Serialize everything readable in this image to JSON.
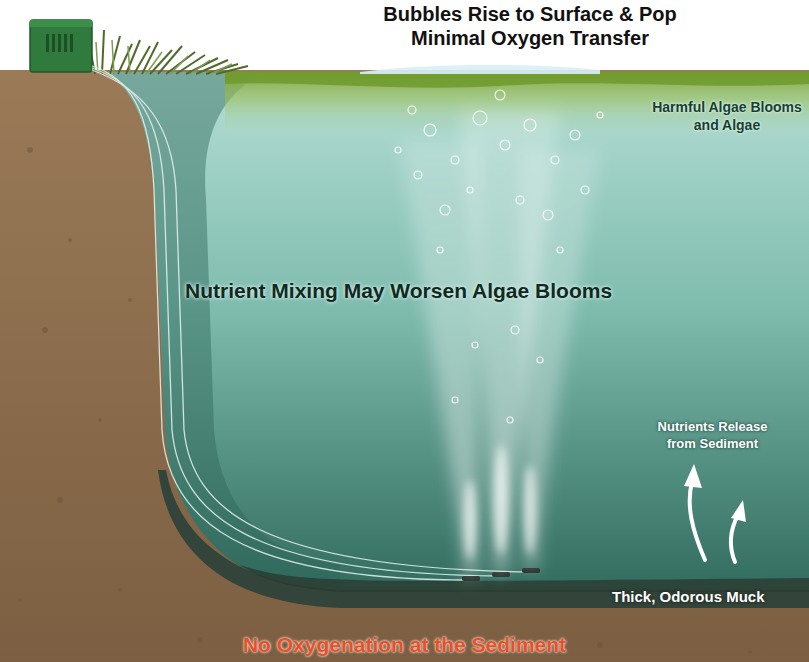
{
  "diagram": {
    "title": "Bubbles Rise to Surface & Pop Minimal Oxygen Transfer",
    "caption": "No Oxygenation at the Sediment",
    "labels": [
      "Harmful Algae Blooms and Algae",
      "Nutrient Mixing May Worsen Algae Blooms",
      "Nutrients Release from Sediment",
      "Thick, Odorous Muck"
    ]
  }
}
